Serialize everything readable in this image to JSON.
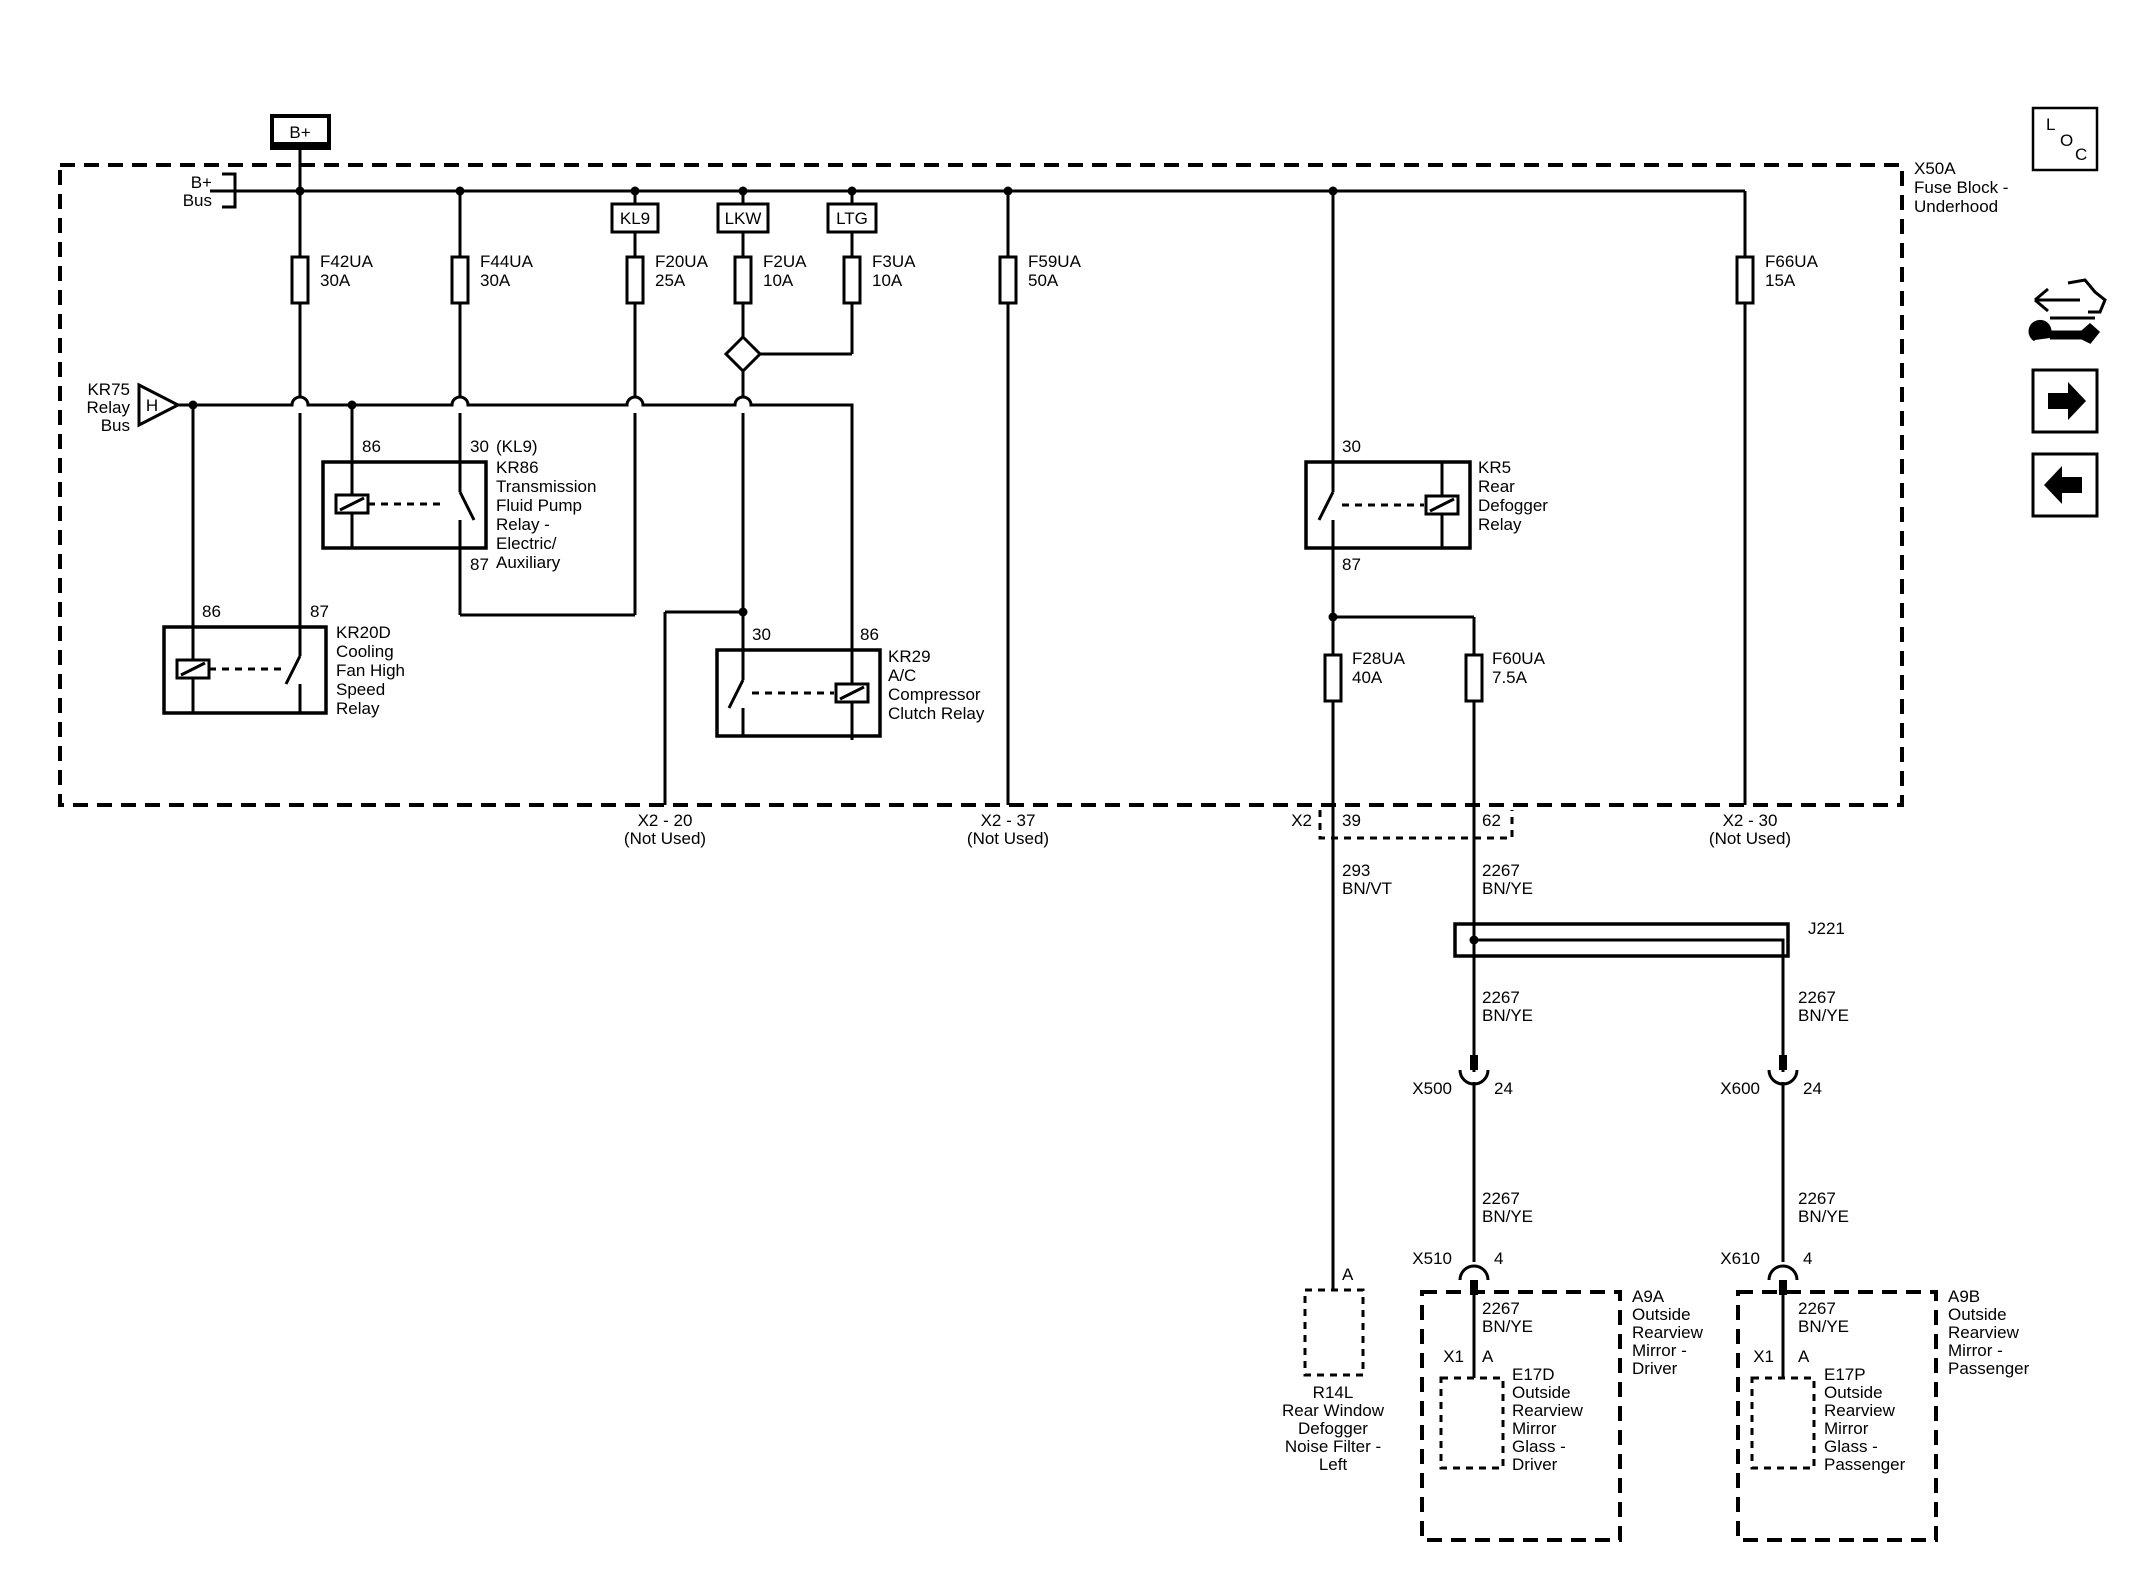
{
  "fuse_block": {
    "id": "X50A",
    "desc": [
      "Fuse Block -",
      "Underhood"
    ]
  },
  "power": {
    "label": "B+",
    "bus": [
      "B+",
      "Bus"
    ]
  },
  "relay_bus": {
    "id": "KR75",
    "desc": [
      "Relay",
      "Bus"
    ],
    "symbol": "H"
  },
  "feeds": [
    {
      "label": "KL9"
    },
    {
      "label": "LKW"
    },
    {
      "label": "LTG"
    }
  ],
  "fuses": [
    {
      "id": "F42UA",
      "rating": "30A"
    },
    {
      "id": "F44UA",
      "rating": "30A"
    },
    {
      "id": "F20UA",
      "rating": "25A"
    },
    {
      "id": "F2UA",
      "rating": "10A"
    },
    {
      "id": "F3UA",
      "rating": "10A"
    },
    {
      "id": "F59UA",
      "rating": "50A"
    },
    {
      "id": "F66UA",
      "rating": "15A"
    },
    {
      "id": "F28UA",
      "rating": "40A"
    },
    {
      "id": "F60UA",
      "rating": "7.5A"
    }
  ],
  "relays": [
    {
      "id": "KR86",
      "desc": [
        "Transmission",
        "Fluid Pump",
        "Relay -",
        "Electric/",
        "Auxiliary"
      ],
      "pins": [
        "86",
        "30",
        "(KL9)",
        "87"
      ]
    },
    {
      "id": "KR20D",
      "desc": [
        "Cooling",
        "Fan High",
        "Speed",
        "Relay"
      ],
      "pins": [
        "86",
        "87"
      ]
    },
    {
      "id": "KR29",
      "desc": [
        "A/C",
        "Compressor",
        "Clutch Relay"
      ],
      "pins": [
        "30",
        "86"
      ]
    },
    {
      "id": "KR5",
      "desc": [
        "Rear",
        "Defogger",
        "Relay"
      ],
      "pins": [
        "30",
        "87"
      ]
    }
  ],
  "outputs": [
    {
      "label": "X2 - 20",
      "note": "(Not Used)"
    },
    {
      "label": "X2 - 37",
      "note": "(Not Used)"
    },
    {
      "label": "X2 - 30",
      "note": "(Not Used)"
    }
  ],
  "connector_x2": {
    "label": "X2",
    "pins": [
      "39",
      "62"
    ]
  },
  "wires": {
    "w293": {
      "circuit": "293",
      "color": "BN/VT"
    },
    "w2267": {
      "circuit": "2267",
      "color": "BN/YE"
    }
  },
  "splice": {
    "label": "J221"
  },
  "connectors": [
    {
      "label": "X500",
      "pin": "24"
    },
    {
      "label": "X600",
      "pin": "24"
    },
    {
      "label": "X510",
      "pin": "4"
    },
    {
      "label": "X610",
      "pin": "4"
    }
  ],
  "components": {
    "r14l": {
      "pin": "A",
      "id": "R14L",
      "desc": [
        "Rear Window",
        "Defogger",
        "Noise Filter -",
        "Left"
      ]
    },
    "a9a": {
      "id": "A9A",
      "desc": [
        "Outside",
        "Rearview",
        "Mirror -",
        "Driver"
      ],
      "conn": "X1",
      "pin": "A"
    },
    "a9b": {
      "id": "A9B",
      "desc": [
        "Outside",
        "Rearview",
        "Mirror -",
        "Passenger"
      ],
      "conn": "X1",
      "pin": "A"
    },
    "e17d": {
      "id": "E17D",
      "desc": [
        "Outside",
        "Rearview",
        "Mirror",
        "Glass -",
        "Driver"
      ]
    },
    "e17p": {
      "id": "E17P",
      "desc": [
        "Outside",
        "Rearview",
        "Mirror",
        "Glass -",
        "Passenger"
      ]
    }
  },
  "nav": {
    "loc": [
      "L",
      "O",
      "C"
    ],
    "icons": [
      "diagnostic-icon",
      "next-arrow-icon",
      "previous-arrow-icon"
    ]
  }
}
